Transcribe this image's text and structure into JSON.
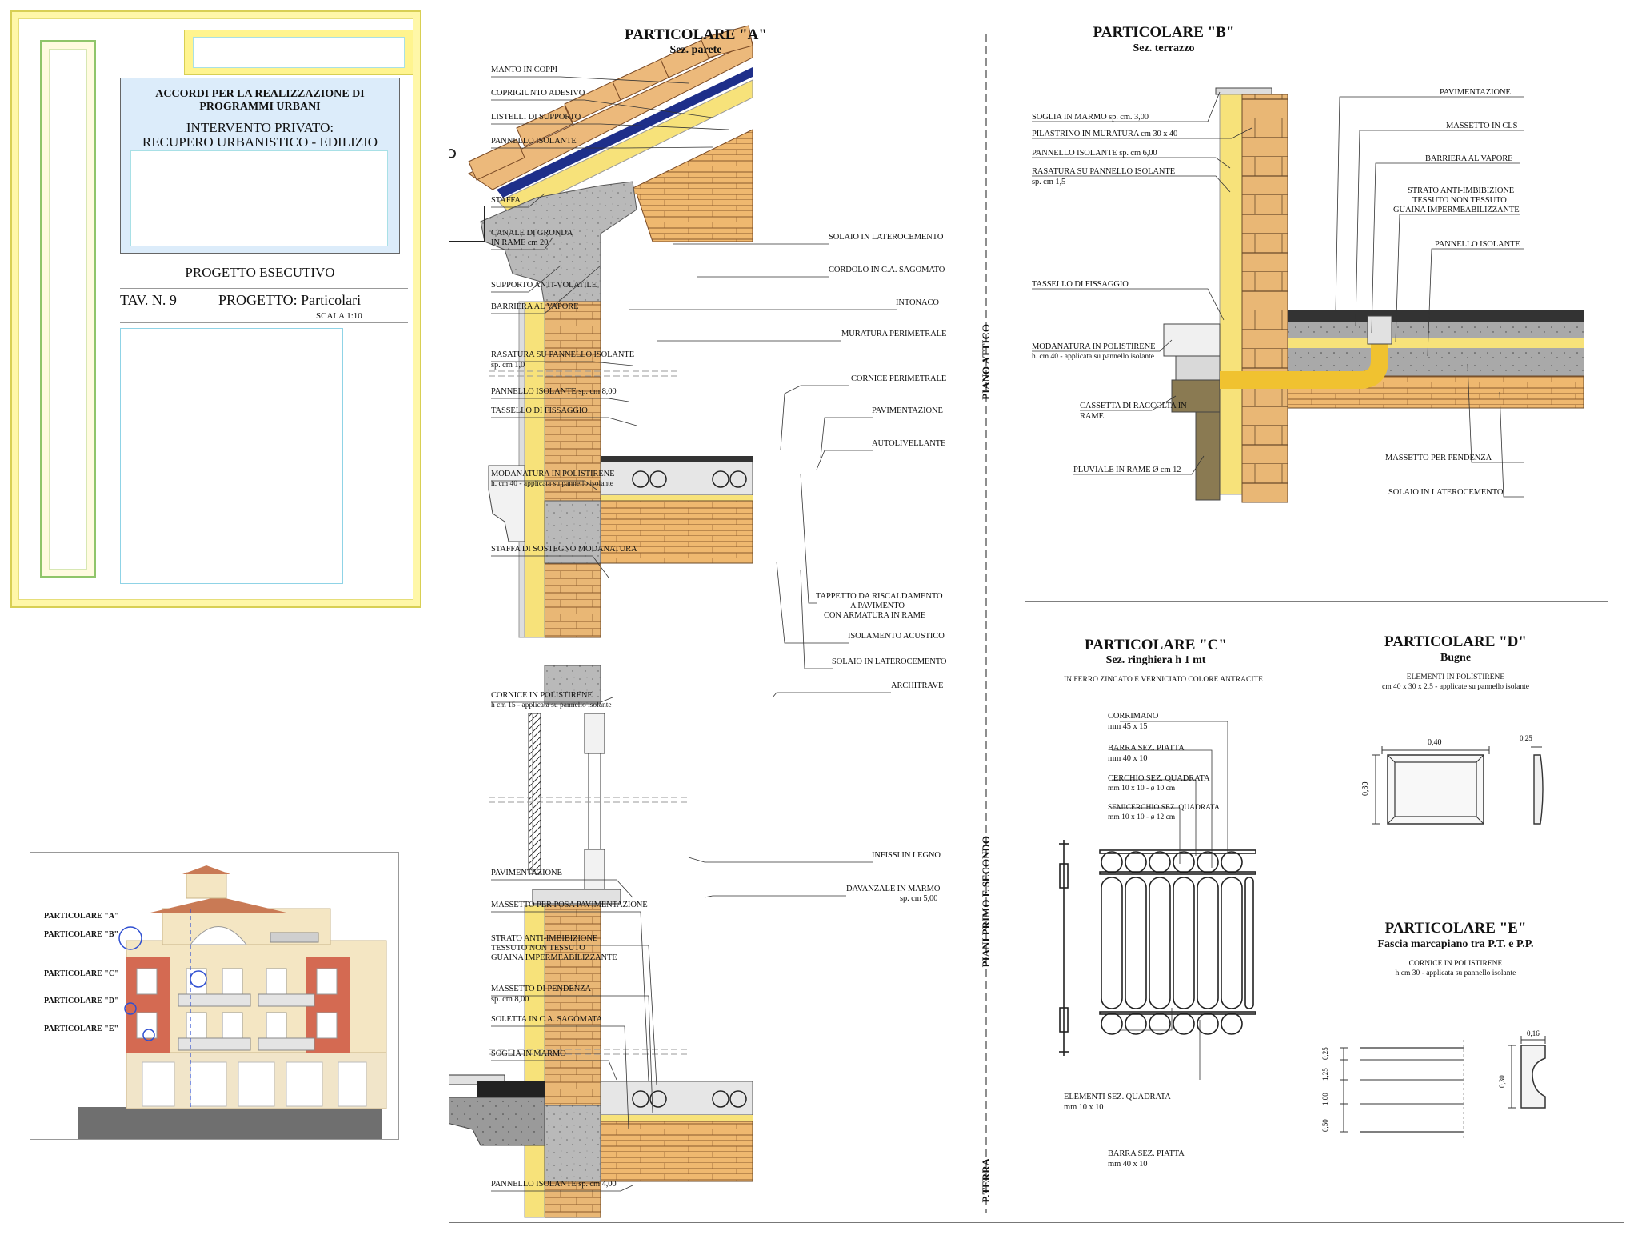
{
  "title_block": {
    "title_line1": "ACCORDI PER LA REALIZZAZIONE DI",
    "title_line2": "PROGRAMMI URBANI",
    "intervention_line1": "INTERVENTO PRIVATO:",
    "intervention_line2": "RECUPERO URBANISTICO - EDILIZIO",
    "phase": "PROGETTO ESECUTIVO",
    "tav": "TAV. N. 9",
    "project": "PROGETTO: Particolari",
    "scale": "SCALA 1:10"
  },
  "elevation": {
    "labels": [
      "PARTICOLARE \"A\"",
      "PARTICOLARE \"B\"",
      "PARTICOLARE \"C\"",
      "PARTICOLARE \"D\"",
      "PARTICOLARE \"E\""
    ]
  },
  "detail_a": {
    "title": "PARTICOLARE \"A\"",
    "subtitle": "Sez. parete",
    "left_notes": [
      {
        "text": "MANTO IN COPPI"
      },
      {
        "text": "COPRIGIUNTO ADESIVO"
      },
      {
        "text": "LISTELLI DI SUPPORTO"
      },
      {
        "text": "PANNELLO ISOLANTE"
      },
      {
        "text": "STAFFA"
      },
      {
        "text": "CANALE DI GRONDA"
      },
      {
        "text": "IN RAME  cm 20"
      },
      {
        "text": "SUPPORTO ANTI-VOLATILE"
      },
      {
        "text": "BARRIERA AL VAPORE"
      },
      {
        "text": "RASATURA SU PANNELLO ISOLANTE"
      },
      {
        "text": "sp.  cm 1,0"
      },
      {
        "text": "PANNELLO ISOLANTE sp.  cm 8,00"
      },
      {
        "text": "TASSELLO DI FISSAGGIO"
      },
      {
        "text": "MODANATURA IN POLISTIRENE"
      },
      {
        "text": "h. cm 40 - applicata su pannello isolante"
      },
      {
        "text": "STAFFA DI SOSTEGNO MODANATURA"
      },
      {
        "text": "CORNICE IN POLISTIRENE"
      },
      {
        "text": "h cm 15 - applicata su pannello isolante"
      },
      {
        "text": "PAVIMENTAZIONE"
      },
      {
        "text": "MASSETTO PER POSA PAVIMENTAZIONE"
      },
      {
        "text": "STRATO ANTI-IMBIBIZIONE"
      },
      {
        "text": "TESSUTO NON TESSUTO"
      },
      {
        "text": "GUAINA IMPERMEABILIZZANTE"
      },
      {
        "text": "MASSETTO DI PENDENZA"
      },
      {
        "text": "sp. cm 8,00"
      },
      {
        "text": "SOLETTA IN C.A. SAGOMATA"
      },
      {
        "text": "SOGLIA IN MARMO"
      },
      {
        "text": "PANNELLO ISOLANTE sp.  cm 4,00"
      }
    ],
    "right_notes": [
      {
        "text": "SOLAIO IN LATEROCEMENTO"
      },
      {
        "text": "CORDOLO IN C.A. SAGOMATO"
      },
      {
        "text": "INTONACO"
      },
      {
        "text": "MURATURA PERIMETRALE"
      },
      {
        "text": "CORNICE PERIMETRALE"
      },
      {
        "text": "PAVIMENTAZIONE"
      },
      {
        "text": "AUTOLIVELLANTE"
      },
      {
        "text": "TAPPETTO DA RISCALDAMENTO"
      },
      {
        "text": "A PAVIMENTO"
      },
      {
        "text": "CON ARMATURA IN RAME"
      },
      {
        "text": "ISOLAMENTO ACUSTICO"
      },
      {
        "text": "SOLAIO IN LATEROCEMENTO"
      },
      {
        "text": "ARCHITRAVE"
      },
      {
        "text": "INFISSI IN LEGNO"
      },
      {
        "text": "DAVANZALE IN MARMO"
      },
      {
        "text": "sp. cm 5,00"
      }
    ],
    "floor_labels": [
      "PIANO ATTICO",
      "PIANI PRIMO E SECONDO",
      "P.TERRA"
    ]
  },
  "detail_b": {
    "title": "PARTICOLARE \"B\"",
    "subtitle": "Sez. terrazzo",
    "left_notes": [
      {
        "text": "SOGLIA IN MARMO  sp. cm. 3,00"
      },
      {
        "text": "PILASTRINO IN MURATURA  cm 30 x 40"
      },
      {
        "text": "PANNELLO ISOLANTE  sp. cm 6,00"
      },
      {
        "text": "RASATURA SU PANNELLO ISOLANTE"
      },
      {
        "text": "sp.  cm 1,5"
      },
      {
        "text": "TASSELLO DI FISSAGGIO"
      },
      {
        "text": "MODANATURA IN POLISTIRENE"
      },
      {
        "text": "h. cm 40 - applicata su pannello isolante"
      },
      {
        "text": "CASSETTA DI RACCOLTA IN"
      },
      {
        "text": "RAME"
      },
      {
        "text": "PLUVIALE IN RAME Ø  cm 12"
      }
    ],
    "right_notes": [
      {
        "text": "PAVIMENTAZIONE"
      },
      {
        "text": "MASSETTO IN CLS"
      },
      {
        "text": "BARRIERA AL VAPORE"
      },
      {
        "text": "STRATO ANTI-IMBIBIZIONE"
      },
      {
        "text": "TESSUTO NON TESSUTO"
      },
      {
        "text": "GUAINA IMPERMEABILIZZANTE"
      },
      {
        "text": "PANNELLO ISOLANTE"
      },
      {
        "text": "MASSETTO PER PENDENZA"
      },
      {
        "text": "SOLAIO IN LATEROCEMENTO"
      }
    ]
  },
  "detail_c": {
    "title": "PARTICOLARE \"C\"",
    "subtitle": "Sez. ringhiera h 1 mt",
    "caption": "IN FERRO ZINCATO E VERNICIATO COLORE ANTRACITE",
    "notes": [
      {
        "text": "CORRIMANO"
      },
      {
        "text": "mm 45 x 15"
      },
      {
        "text": "BARRA SEZ. PIATTA"
      },
      {
        "text": "mm 40 x 10"
      },
      {
        "text": "CERCHIO SEZ. QUADRATA"
      },
      {
        "text": "mm 10 x 10 - ø 10 cm"
      },
      {
        "text": "SEMICERCHIO SEZ. QUADRATA"
      },
      {
        "text": "mm 10 x 10 - ø 12 cm"
      },
      {
        "text": "ELEMENTI SEZ. QUADRATA"
      },
      {
        "text": "mm 10 x 10"
      },
      {
        "text": "BARRA SEZ. PIATTA"
      },
      {
        "text": "mm 40 x 10"
      }
    ]
  },
  "detail_d": {
    "title": "PARTICOLARE \"D\"",
    "subtitle": "Bugne",
    "caption1": "ELEMENTI IN POLISTIRENE",
    "caption2": "cm 40 x 30 x 2,5 - applicate su pannello isolante",
    "dims": [
      "0,40",
      "0,30",
      "0,25"
    ]
  },
  "detail_e": {
    "title": "PARTICOLARE \"E\"",
    "subtitle": "Fascia marcapiano tra P.T. e P.P.",
    "caption1": "CORNICE IN POLISTIRENE",
    "caption2": "h cm 30 - applicata su pannello isolante",
    "dims": [
      "0,50",
      "1,00",
      "1,25",
      "0,25",
      "0,16",
      "0,30"
    ]
  },
  "colors": {
    "brick": "#e9b775",
    "insulation": "#f7e27a",
    "concrete": "#b8b8b8",
    "roof_tile": "#ecb97b",
    "copper": "#8a7a52",
    "title_yellow": "#fff7a8",
    "title_blue": "#dcecfa"
  }
}
